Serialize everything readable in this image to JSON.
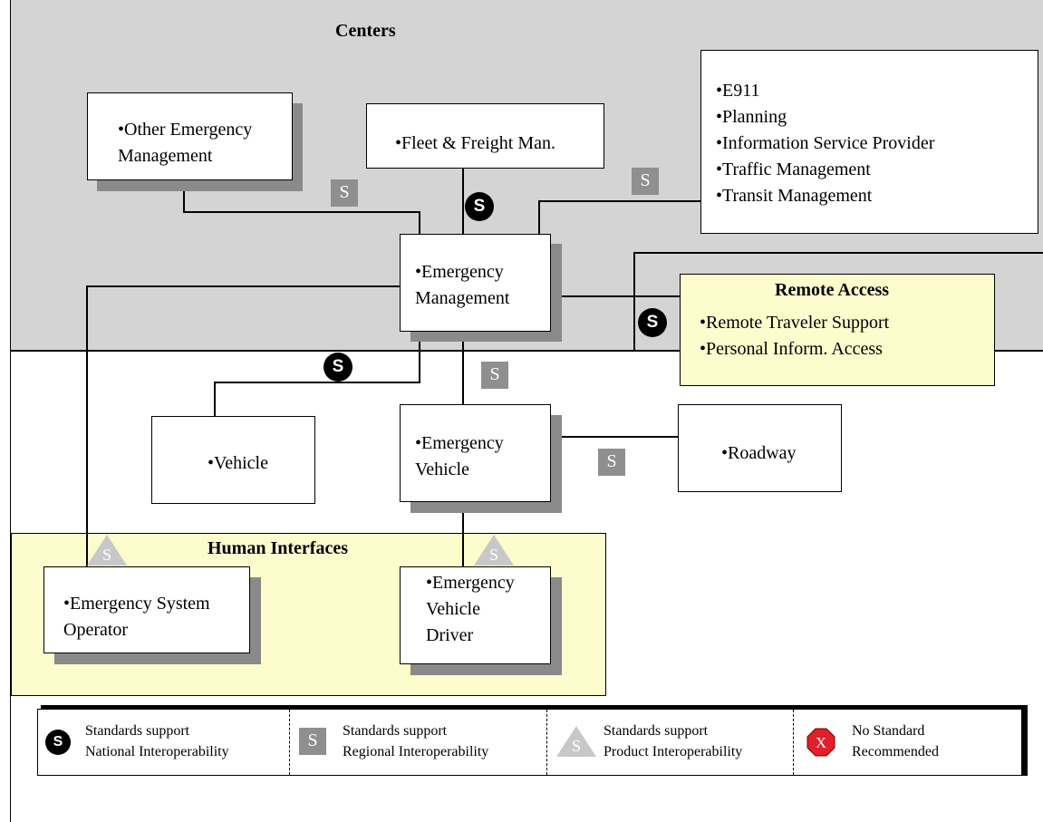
{
  "regions": {
    "centers": "Centers",
    "remote_access": "Remote Access",
    "human_interfaces": "Human Interfaces"
  },
  "boxes": {
    "other_em": [
      "•Other Emergency",
      "Management"
    ],
    "fleet": [
      "•Fleet & Freight Man."
    ],
    "centers_list": [
      "•E911",
      "•Planning",
      "•Information Service Provider",
      "•Traffic Management",
      "•Transit Management"
    ],
    "em": [
      "•Emergency",
      "Management"
    ],
    "remote_list": [
      "•Remote Traveler Support",
      "•Personal Inform. Access"
    ],
    "vehicle": [
      "•Vehicle"
    ],
    "ev": [
      "•Emergency",
      "Vehicle"
    ],
    "roadway": [
      "•Roadway"
    ],
    "eso": [
      "•Emergency System",
      "Operator"
    ],
    "evd": [
      "•Emergency",
      "Vehicle",
      "Driver"
    ]
  },
  "badge_letter": "S",
  "legend": [
    {
      "icon": "national-black-circle",
      "lines": [
        "Standards support",
        "National Interoperability"
      ]
    },
    {
      "icon": "regional-gray-square",
      "lines": [
        "Standards support",
        "Regional Interoperability"
      ]
    },
    {
      "icon": "product-gray-triangle",
      "lines": [
        "Standards support",
        "Product Interoperability"
      ]
    },
    {
      "icon": "no-standard-red-octagon",
      "lines": [
        "No Standard",
        "Recommended"
      ]
    }
  ],
  "legend_icon_letters": {
    "standard": "S",
    "none": "X"
  },
  "colors": {
    "centers_bg": "#d4d4d4",
    "yellow_bg": "#fcfccc",
    "shadow": "#8a8a8a",
    "regional_badge": "#8f8f8f",
    "national_badge": "#000000",
    "product_badge": "#c8c8c8",
    "no_standard": "#e0202a"
  }
}
